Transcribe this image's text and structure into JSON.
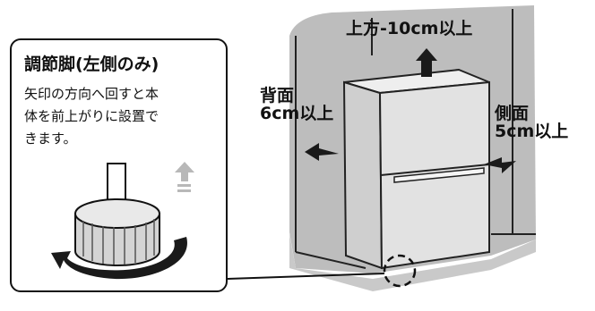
{
  "labels": {
    "top": "上方-10cm以上",
    "back_line1": "背面",
    "back_line2": "6cm以上",
    "side_line1": "側面",
    "side_line2": "5cm以上"
  },
  "callout": {
    "title": "調節脚(左側のみ)",
    "body": [
      "矢印の方向へ回すと本",
      "体を前上がりに設置で",
      "きます。"
    ]
  },
  "colors": {
    "wall": "#bdbdbd",
    "fridge": "#e2e2e2",
    "fridge_dark": "#cfcfcf",
    "arrow": "#1a1a1a",
    "hint_arrow": "#b8b8b8"
  }
}
